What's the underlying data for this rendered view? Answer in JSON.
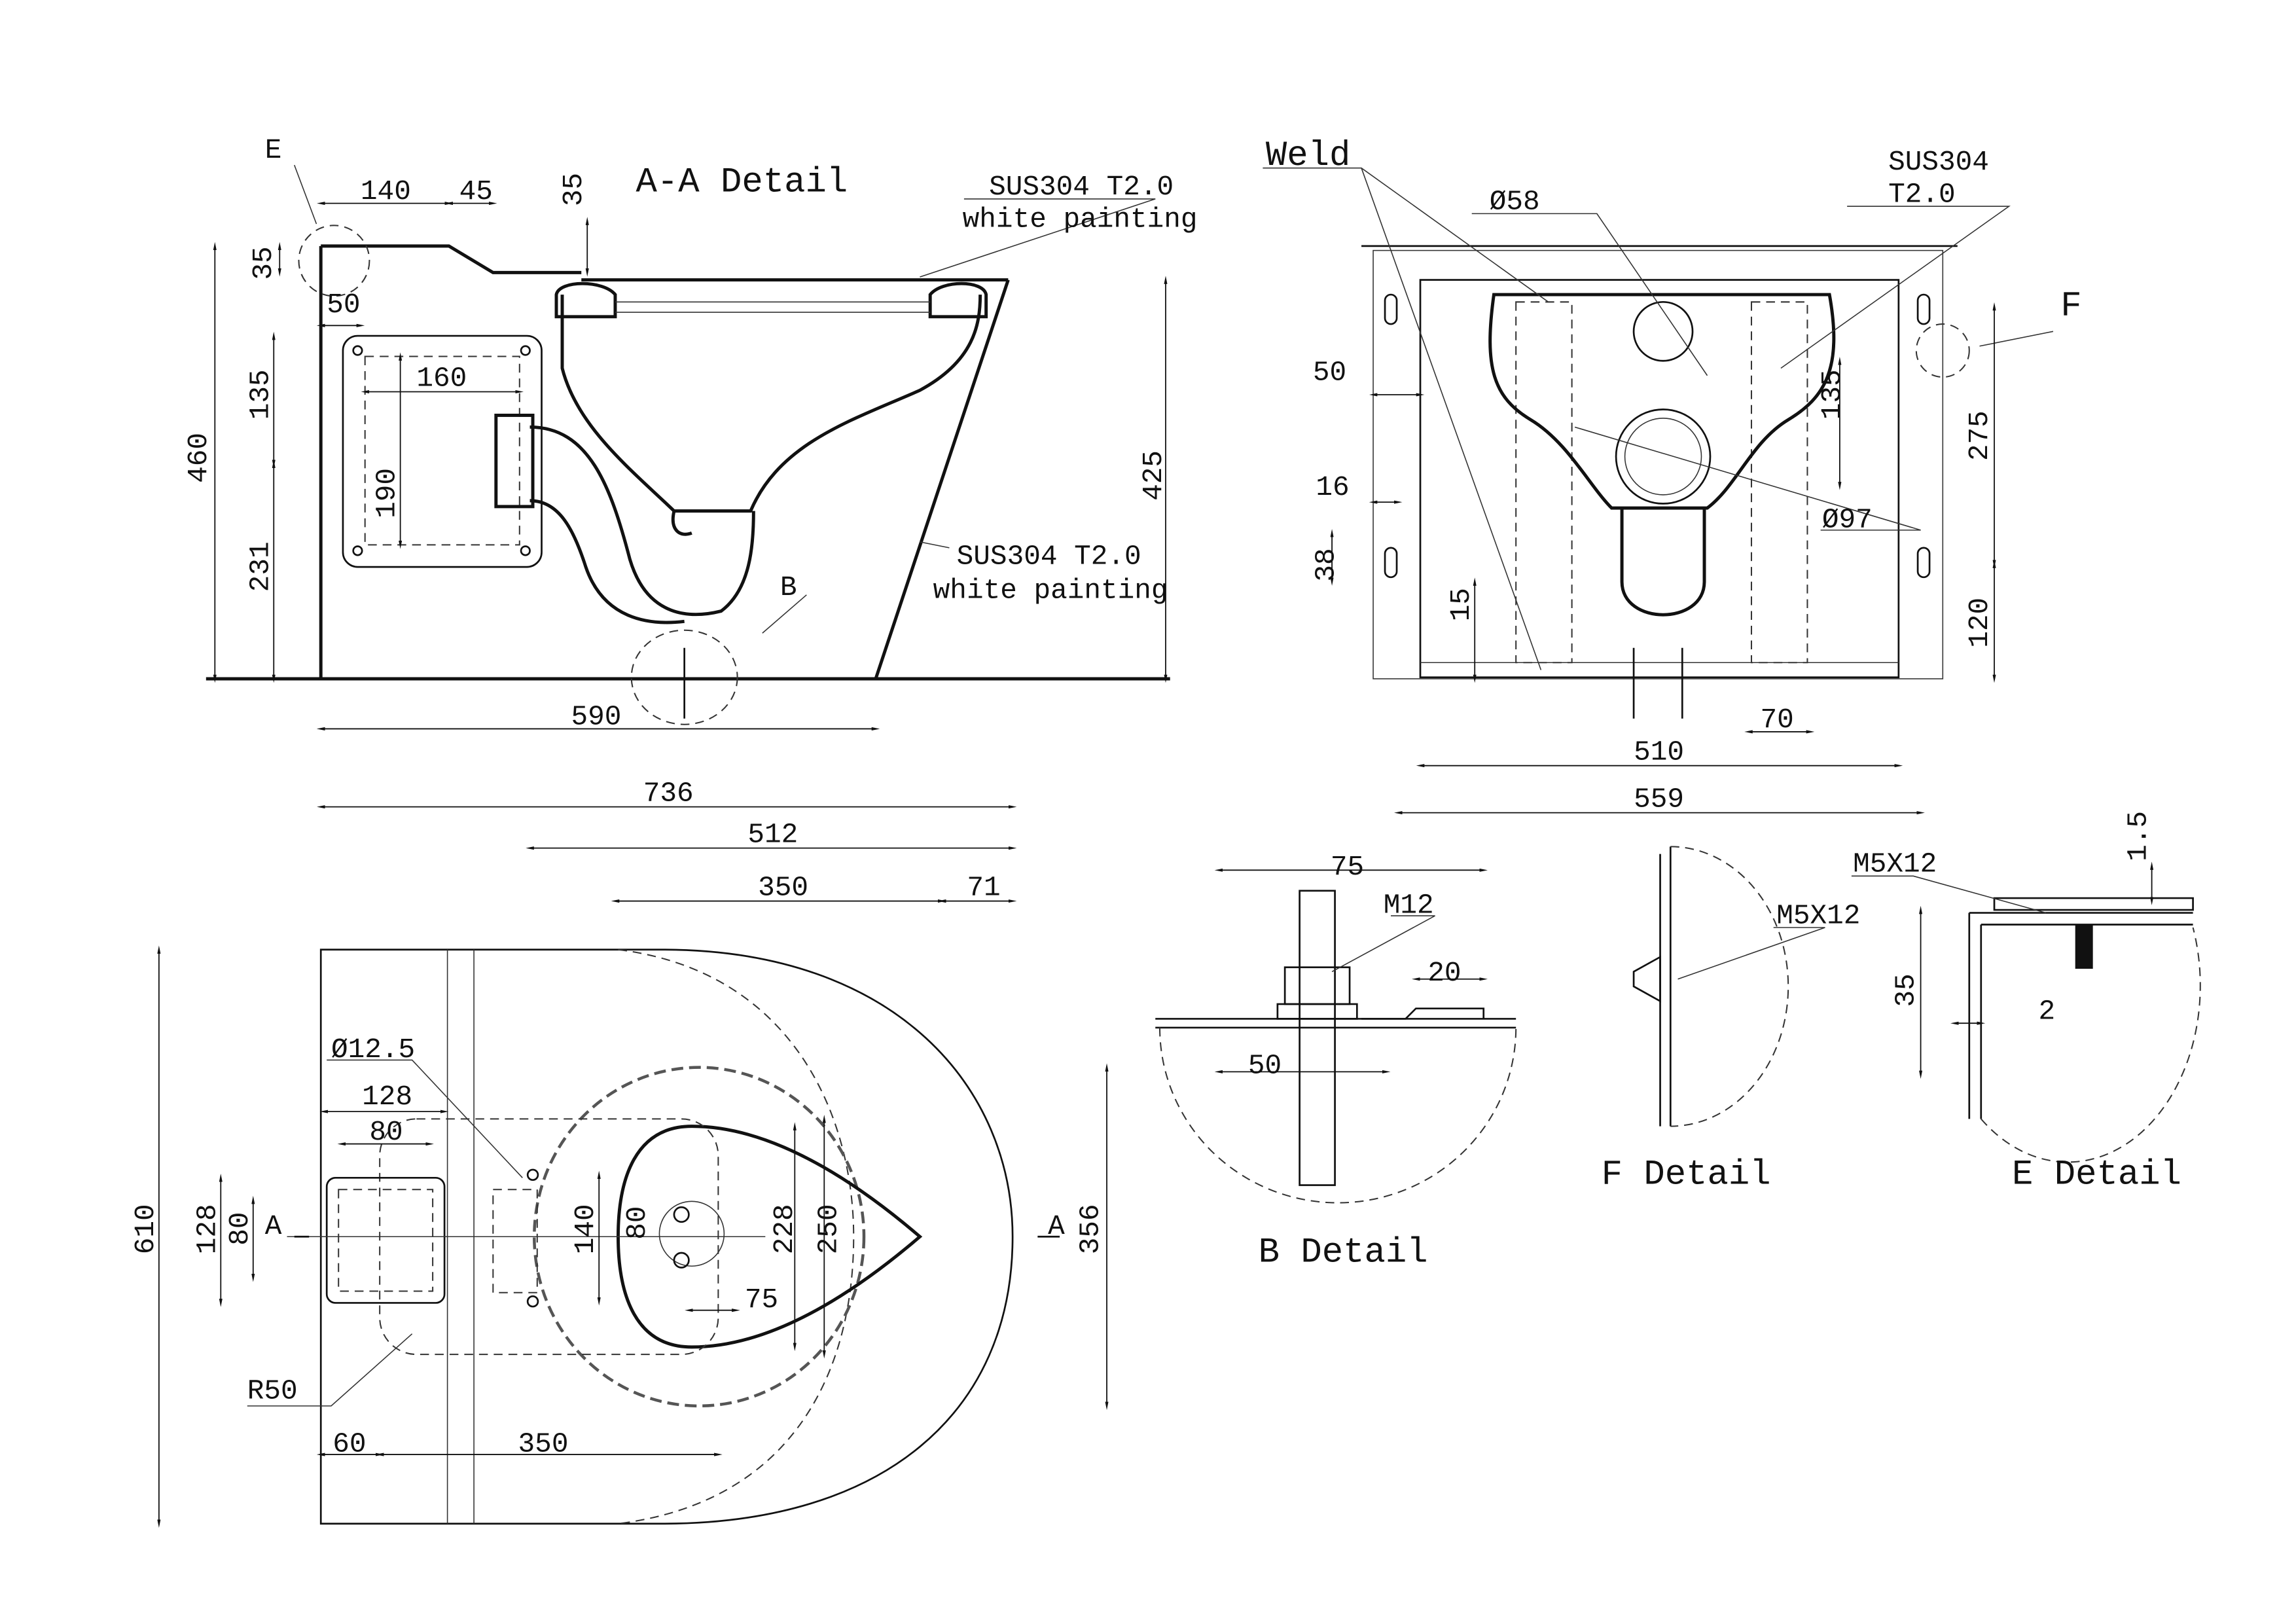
{
  "aa_detail": {
    "title": "A-A Detail",
    "callout_e": "E",
    "callout_b": "B",
    "top_material": "SUS304 T2.0",
    "top_finish": "white painting",
    "side_material": "SUS304 T2.0",
    "side_finish": "white painting",
    "dims": {
      "d140": "140",
      "d45": "45",
      "d35_top": "35",
      "d35_left": "35",
      "d50": "50",
      "d160": "160",
      "d135": "135",
      "d460": "460",
      "d190": "190",
      "d231": "231",
      "d425": "425",
      "d590": "590"
    }
  },
  "front_view": {
    "weld_label": "Weld",
    "pipe_small": "Ø58",
    "pipe_large": "Ø97",
    "material_line1": "SUS304",
    "material_line2": "T2.0",
    "callout_f": "F",
    "dims": {
      "d50": "50",
      "d16": "16",
      "d38": "38",
      "d15": "15",
      "d135": "135",
      "d275": "275",
      "d120": "120",
      "d70": "70",
      "d510": "510",
      "d559": "559"
    }
  },
  "plan_view": {
    "hole_dia": "Ø12.5",
    "radius": "R50",
    "section_left": "A",
    "section_right": "A",
    "dims": {
      "d736": "736",
      "d512": "512",
      "d350_top": "350",
      "d71": "71",
      "d128_h": "128",
      "d80_h": "80",
      "d610": "610",
      "d128_v": "128",
      "d80_v": "80",
      "d140": "140",
      "d80_bolt": "80",
      "d228": "228",
      "d250": "250",
      "d356": "356",
      "d75": "75",
      "d60": "60",
      "d350_bottom": "350"
    }
  },
  "b_detail": {
    "title": "B Detail",
    "bolt": "M12",
    "d75": "75",
    "d20": "20",
    "d50": "50"
  },
  "f_detail": {
    "title": "F Detail",
    "screw": "M5X12"
  },
  "e_detail": {
    "title": "E Detail",
    "screw": "M5X12",
    "d1_5": "1.5",
    "d35": "35",
    "d2": "2"
  }
}
